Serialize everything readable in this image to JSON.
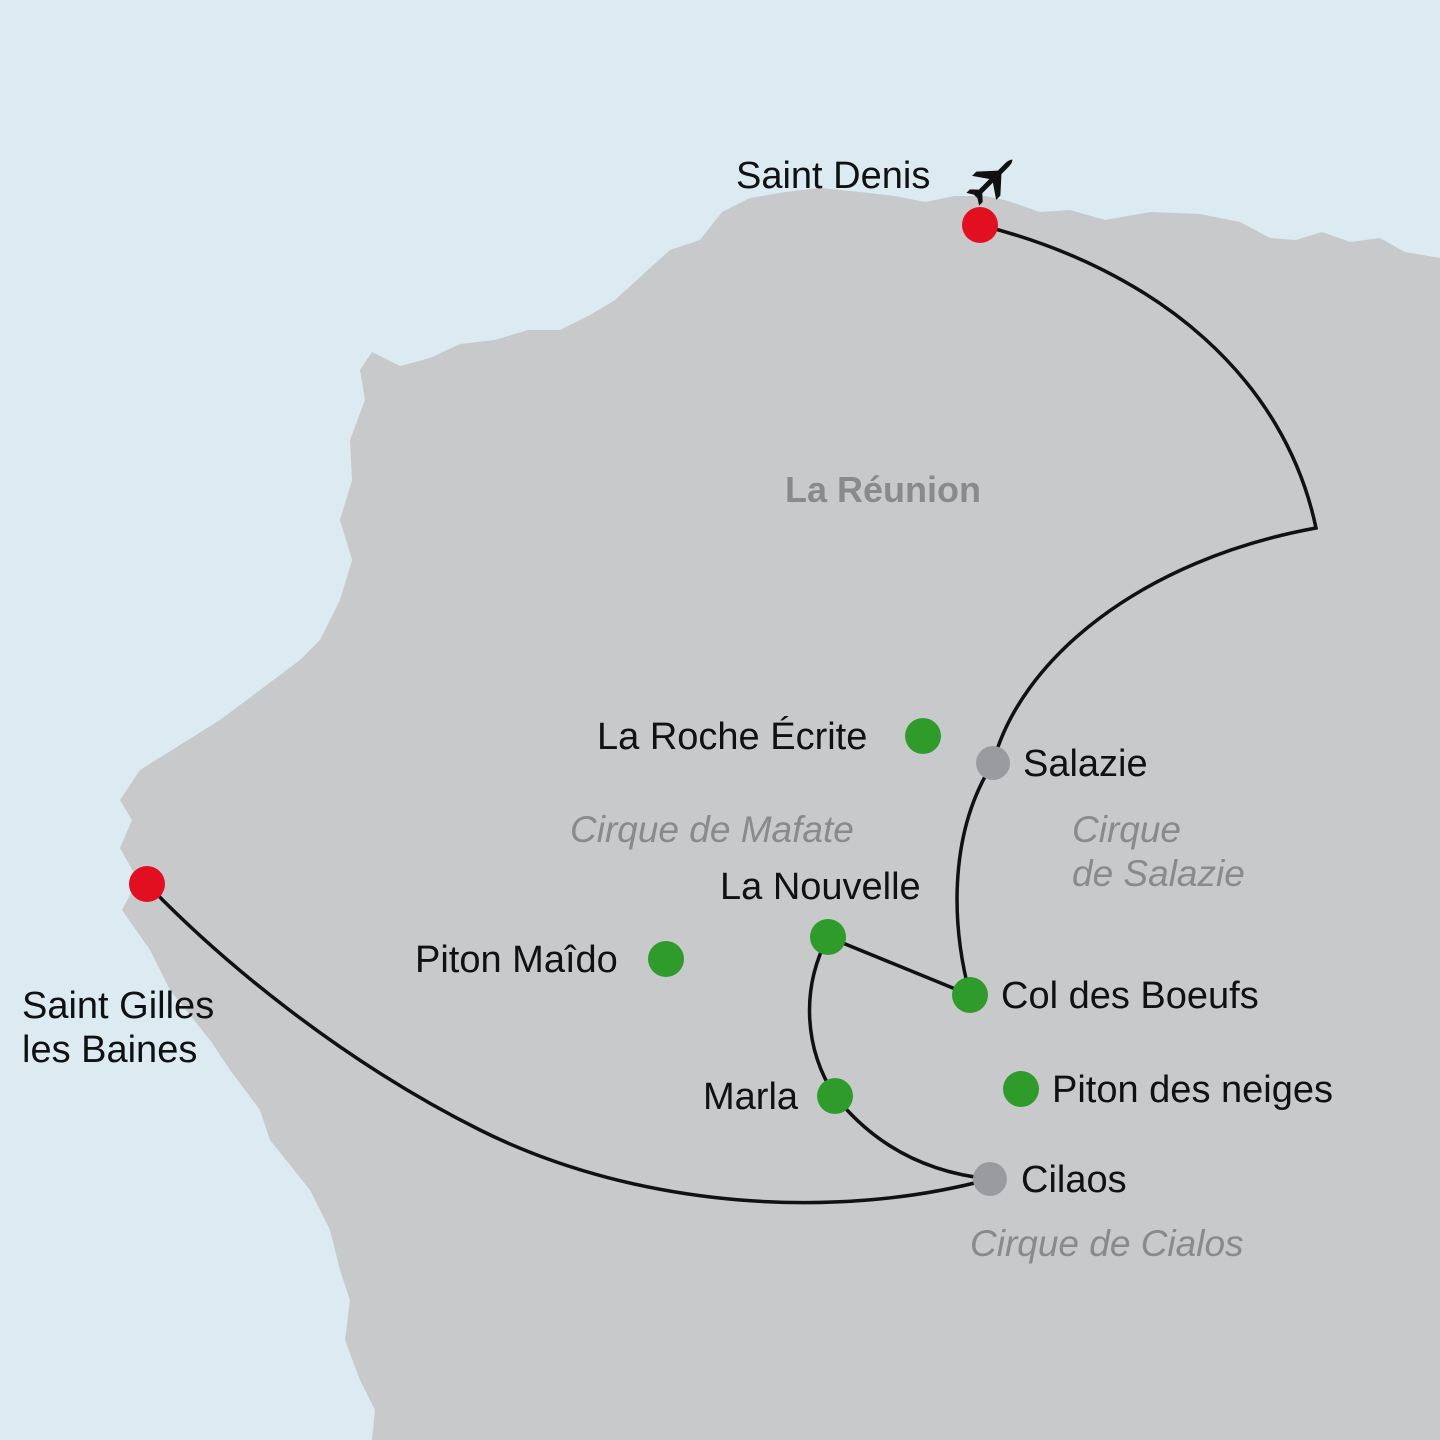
{
  "map": {
    "island_name": "La Réunion",
    "colors": {
      "sea": "#dcebf1",
      "land": "#c8c9cb",
      "route": "#111111",
      "endpoint": "#e10f20",
      "stop": "#2e9b2b",
      "village": "#9a9b9e",
      "region_text": "#8a8a8a"
    },
    "places": [
      {
        "name": "Saint Denis",
        "type": "endpoint",
        "icon": "airplane-icon"
      },
      {
        "name": "Saint Gilles",
        "name_line2": "les Baines",
        "type": "endpoint"
      },
      {
        "name": "Salazie",
        "type": "village"
      },
      {
        "name": "Cilaos",
        "type": "village"
      },
      {
        "name": "La Roche Écrite",
        "type": "stop"
      },
      {
        "name": "La Nouvelle",
        "type": "stop"
      },
      {
        "name": "Piton Maîdo",
        "type": "stop"
      },
      {
        "name": "Col des Boeufs",
        "type": "stop"
      },
      {
        "name": "Marla",
        "type": "stop"
      },
      {
        "name": "Piton des neiges",
        "type": "stop"
      }
    ],
    "regions": [
      {
        "name": "Cirque de Mafate"
      },
      {
        "name": "Cirque",
        "name_line2": "de Salazie"
      },
      {
        "name": "Cirque de Cialos"
      }
    ]
  }
}
